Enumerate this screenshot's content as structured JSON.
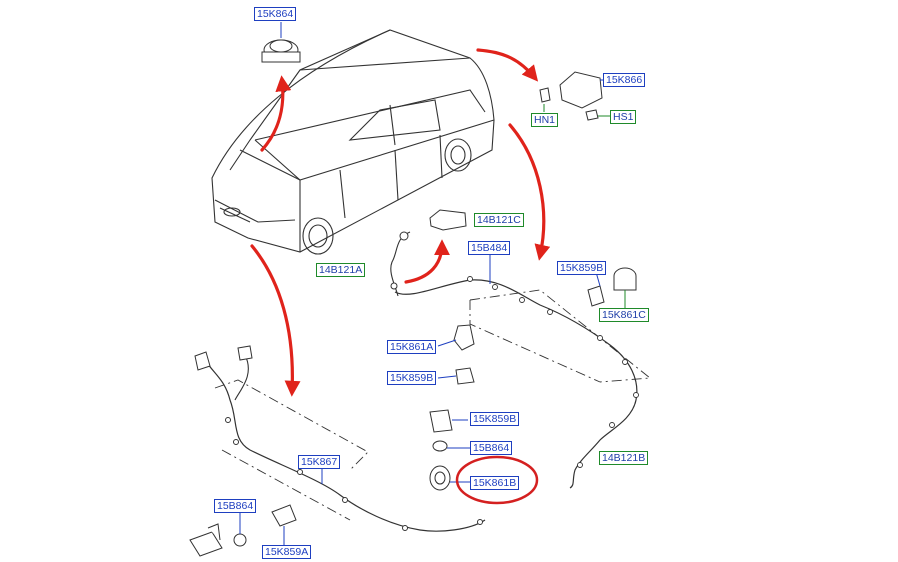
{
  "labels": {
    "k864_top": "15K864",
    "k866": "15K866",
    "hn1": "HN1",
    "hs1": "HS1",
    "b121c": "14B121C",
    "b121a": "14B121A",
    "b484": "15B484",
    "k859b_right": "15K859B",
    "k861c": "15K861C",
    "k861a": "15K861A",
    "k859b_mid": "15K859B",
    "k859b_low": "15K859B",
    "b864_mid": "15B864",
    "k861b": "15K861B",
    "b121b": "14B121B",
    "k867": "15K867",
    "b864_low": "15B864",
    "k859a": "15K859A"
  },
  "colors": {
    "arrow": "#e0231b",
    "highlight": "#d42020",
    "label_blue": "#1e3fc0",
    "label_green": "#1f8a2a",
    "line": "#2a2a2a"
  },
  "highlighted": "15K861B"
}
